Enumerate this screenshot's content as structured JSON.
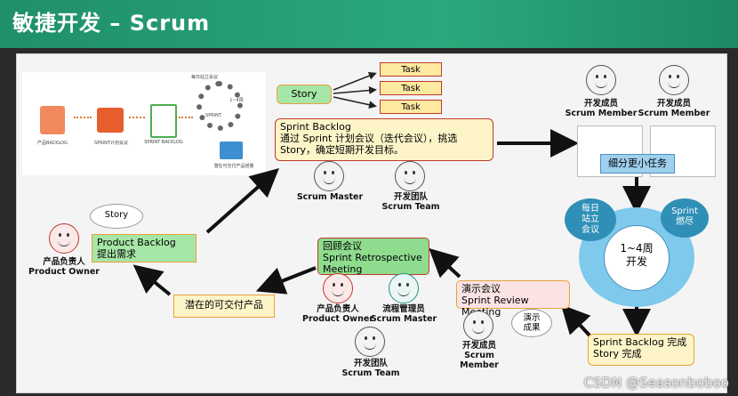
{
  "header": {
    "title": "敏捷开发 – Scrum"
  },
  "icon_labels": {
    "backlog": "产品BACKLOG",
    "sprint_backlog": "SPRINT计划会议",
    "sprint_list": "SPRINT BACKLOG",
    "cycle1": "每日站立会议",
    "cycle2": "1~4周",
    "cycle3": "SPRINT",
    "deliver": "潜在可交付产品增量"
  },
  "story_top": "Story",
  "tasks": [
    "Task",
    "Task",
    "Task"
  ],
  "sprint_backlog": {
    "title": "Sprint Backlog",
    "line1": "通过 Sprint 计划会议（迭代会议），挑选",
    "line2": "Story，确定短期开发目标。"
  },
  "roles": {
    "scrum_master_top": {
      "name": "Scrum Master"
    },
    "team_top": {
      "cn": "开发团队",
      "en": "Scrum Team"
    },
    "member1": {
      "cn": "开发成员",
      "en": "Scrum Member"
    },
    "member2": {
      "cn": "开发成员",
      "en": "Scrum Member"
    },
    "po_left": {
      "cn": "产品负责人",
      "en": "Product Owner"
    },
    "po_mid": {
      "cn": "产品负责人",
      "en": "Product Owner"
    },
    "sm_mid": {
      "cn": "流程管理员",
      "en": "Scrum Master"
    },
    "team_bottom": {
      "cn": "开发团队",
      "en": "Scrum Team"
    },
    "member_bottom": {
      "cn": "开发成员",
      "en": "Scrum Member"
    }
  },
  "split_tasks": "细分更小任务",
  "cycle": {
    "daily": [
      "每日",
      "站立",
      "会议"
    ],
    "burn": [
      "Sprint",
      "燃尽"
    ],
    "center": [
      "1~4周",
      "开发"
    ]
  },
  "product_backlog": {
    "line1": "Product Backlog",
    "line2": "提出需求"
  },
  "story_bubble": "Story",
  "retro": {
    "line1": "回顾会议",
    "line2": "Sprint Retrospective",
    "line3": "Meeting"
  },
  "deliverable": "潜在的可交付产品",
  "review": {
    "line1": "演示会议",
    "line2": "Sprint Review Meeting"
  },
  "demo_bubble": [
    "演示",
    "成果"
  ],
  "done": {
    "line1": "Sprint Backlog 完成",
    "line2": "Story 完成"
  },
  "watermark": "CSDN @Seasonboboo",
  "colors": {
    "header": "#1f8f6a",
    "accent_red": "#c0392b",
    "ring": "#7ec9ec"
  }
}
